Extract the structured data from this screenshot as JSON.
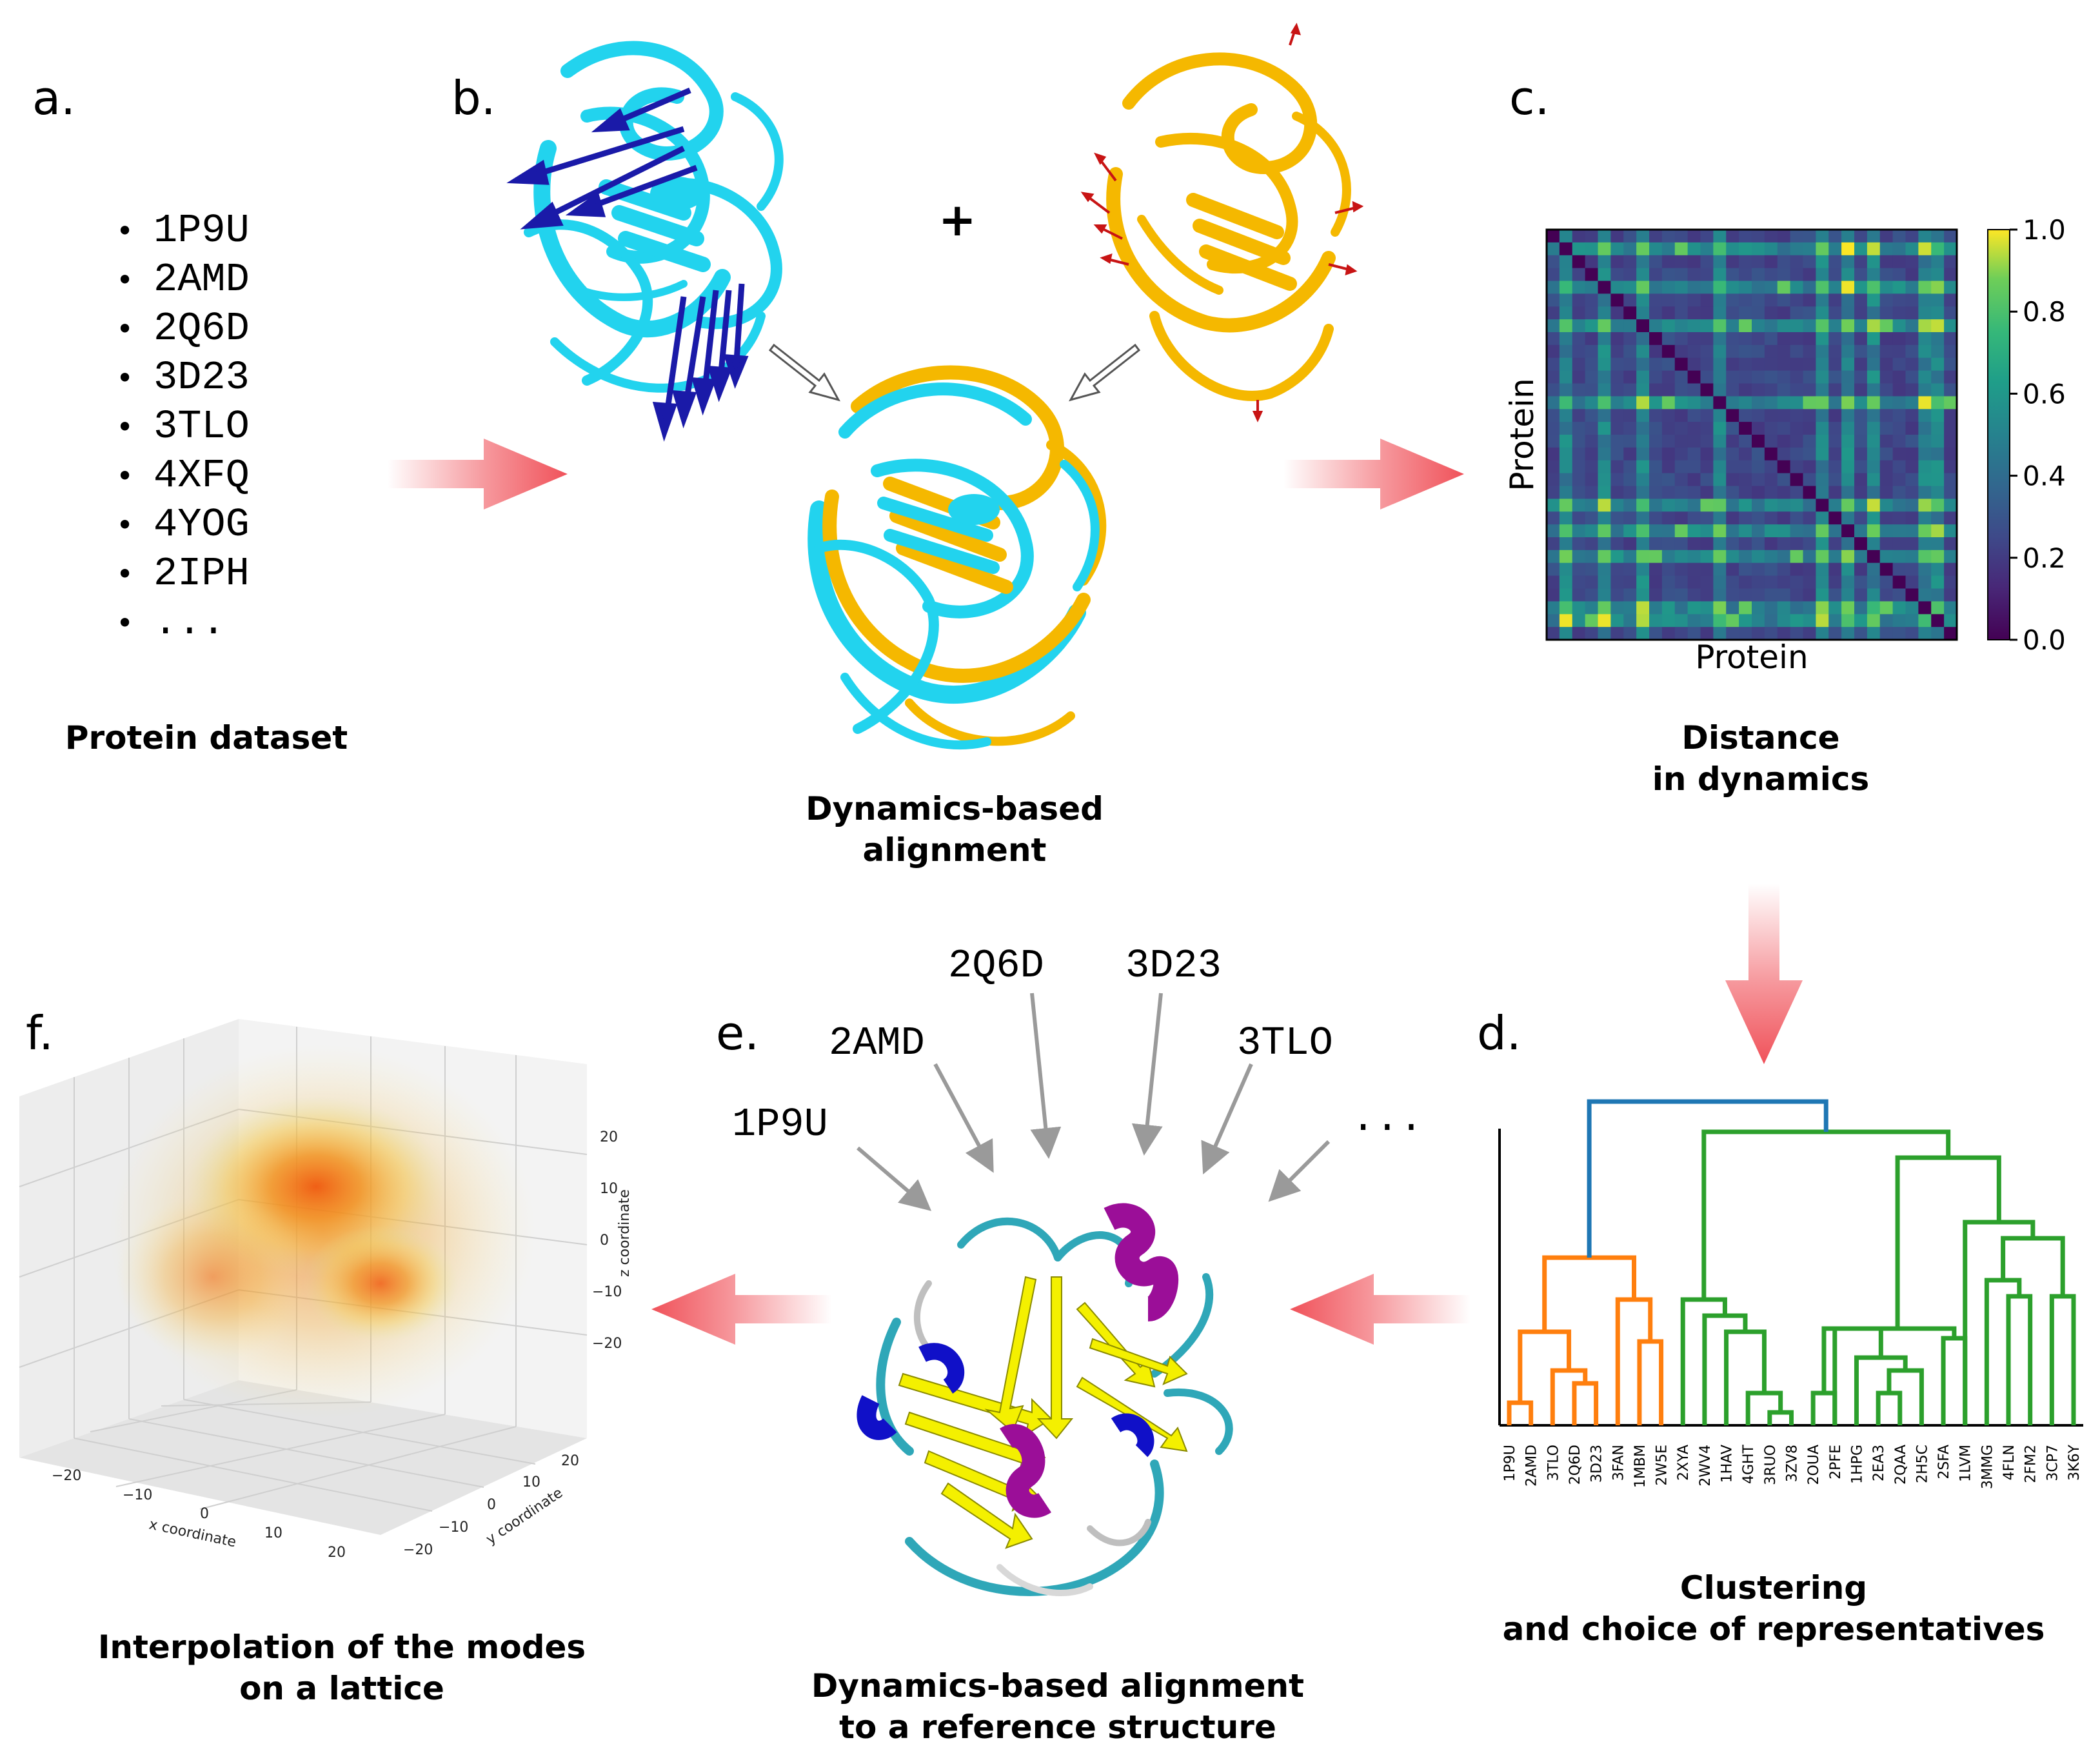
{
  "panel_a": {
    "label": "a.",
    "items": [
      "1P9U",
      "2AMD",
      "2Q6D",
      "3D23",
      "3TLO",
      "4XFQ",
      "4YOG",
      "2IPH",
      "..."
    ],
    "caption": "Protein dataset"
  },
  "panel_b": {
    "label": "b.",
    "plus": "+",
    "caption_line1": "Dynamics-based",
    "caption_line2": "alignment"
  },
  "panel_c": {
    "label": "c.",
    "caption_line1": "Distance",
    "caption_line2": "in dynamics",
    "chart_data": {
      "type": "heatmap",
      "xlabel": "Protein",
      "ylabel": "Protein",
      "colorbar_ticks": [
        "0.0",
        "0.2",
        "0.4",
        "0.6",
        "0.8",
        "1.0"
      ],
      "colorbar_range": [
        0,
        1
      ],
      "colormap": "viridis",
      "n": 32
    }
  },
  "panel_d": {
    "label": "d.",
    "caption_line1": "Clustering",
    "caption_line2": "and choice of representatives",
    "chart_data": {
      "type": "dendrogram",
      "leaves": [
        "1P9U",
        "2AMD",
        "3TLO",
        "2Q6D",
        "3D23",
        "3FAN",
        "1MBM",
        "2W5E",
        "2XYA",
        "2WV4",
        "1HAV",
        "4GHT",
        "3RUO",
        "3ZV8",
        "2OUA",
        "2PFE",
        "1HPG",
        "2EA3",
        "2QAA",
        "2H5C",
        "2SFA",
        "1LVM",
        "3MMG",
        "4FLN",
        "2FM2",
        "3CP7",
        "3K6Y"
      ],
      "cluster_colors": {
        "orange": "#ff7f0e",
        "green": "#2ca02c",
        "root": "#1f77b4"
      }
    }
  },
  "panel_e": {
    "label": "e.",
    "pointer_labels": [
      "1P9U",
      "2AMD",
      "2Q6D",
      "3D23",
      "3TLO",
      "..."
    ],
    "caption_line1": "Dynamics-based alignment",
    "caption_line2": "to a reference structure"
  },
  "panel_f": {
    "label": "f.",
    "caption_line1": "Interpolation of the modes",
    "caption_line2": "on a lattice",
    "chart_data": {
      "type": "3d-density",
      "xlabel": "x coordinate",
      "ylabel": "y coordinate",
      "zlabel": "z coordinate",
      "x_ticks": [
        "−20",
        "−10",
        "0",
        "10",
        "20"
      ],
      "y_ticks": [
        "20",
        "10",
        "0",
        "−10",
        "−20"
      ],
      "z_ticks": [
        "20",
        "10",
        "0",
        "−10",
        "−20"
      ]
    }
  },
  "colors": {
    "flow_arrow": "#f0525a",
    "protein_cyan": "#22d3ee",
    "protein_gold": "#f5b800",
    "helix_purple": "#9b0e98",
    "sheet_yellow": "#f4f000"
  }
}
